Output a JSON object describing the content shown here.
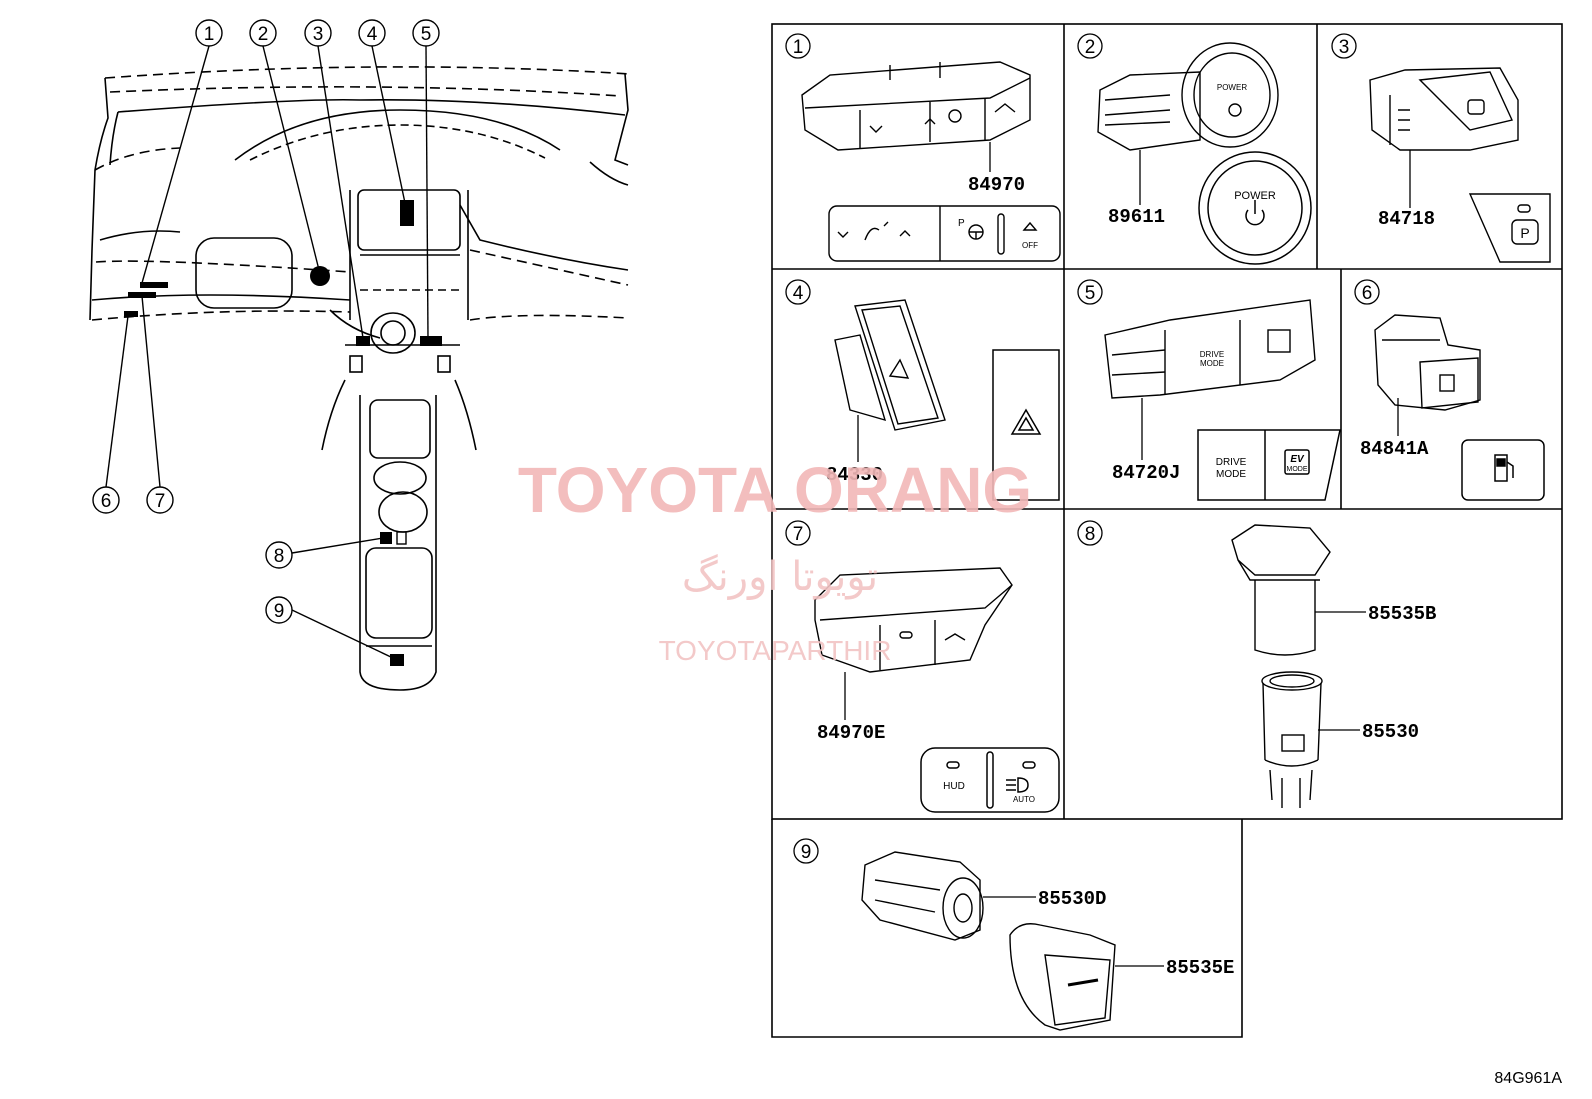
{
  "overview": {
    "callouts": [
      "1",
      "2",
      "3",
      "4",
      "5",
      "6",
      "7",
      "8",
      "9"
    ]
  },
  "panels": [
    {
      "num": "1",
      "parts": [
        "84970"
      ],
      "labels": [
        "OFF"
      ]
    },
    {
      "num": "2",
      "parts": [
        "89611"
      ],
      "labels": [
        "POWER"
      ]
    },
    {
      "num": "3",
      "parts": [
        "84718"
      ],
      "labels": [
        "P"
      ]
    },
    {
      "num": "4",
      "parts": [
        "84330"
      ],
      "labels": []
    },
    {
      "num": "5",
      "parts": [
        "84720J"
      ],
      "labels": [
        "DRIVE",
        "MODE",
        "EV",
        "MODE"
      ]
    },
    {
      "num": "6",
      "parts": [
        "84841A"
      ],
      "labels": []
    },
    {
      "num": "7",
      "parts": [
        "84970E"
      ],
      "labels": [
        "HUD",
        "AUTO"
      ]
    },
    {
      "num": "8",
      "parts": [
        "85535B",
        "85530"
      ],
      "labels": []
    },
    {
      "num": "9",
      "parts": [
        "85530D",
        "85535E"
      ],
      "labels": []
    }
  ],
  "watermark": {
    "main": "TOYOTA ORANG",
    "farsi": "تویوتا اورنگ",
    "sub": "TOYOTAPARTHIR"
  },
  "diagram_code": "84G961A"
}
